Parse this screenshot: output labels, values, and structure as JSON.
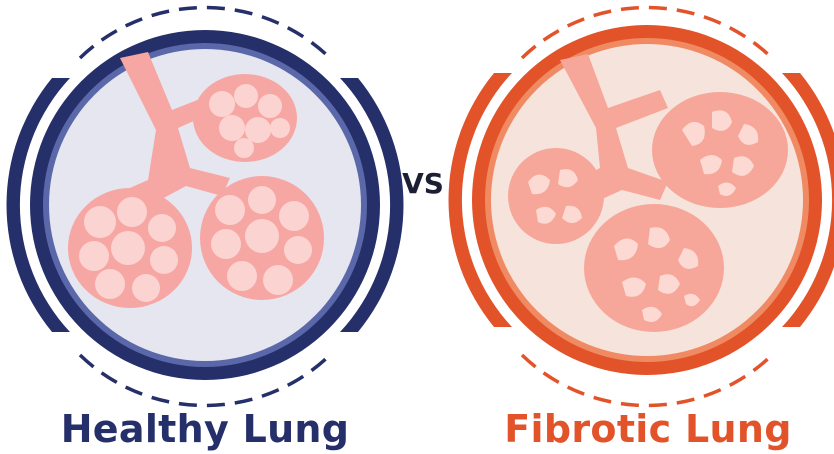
{
  "healthy": {
    "title": "Healthy Lung",
    "color": "#252f6a",
    "ring_light": "#5a67a8",
    "inner_bg": "#e6e6f0",
    "tissue_color": "#f7a7a3",
    "tissue_light": "#fbd3d1"
  },
  "fibrotic": {
    "title": "Fibrotic Lung",
    "color": "#e2532a",
    "ring_light": "#f08a62",
    "inner_bg": "#f6e4dc",
    "tissue_color": "#f6a79a",
    "tissue_light": "#fcd9d2"
  },
  "separator": {
    "text": "VS"
  }
}
